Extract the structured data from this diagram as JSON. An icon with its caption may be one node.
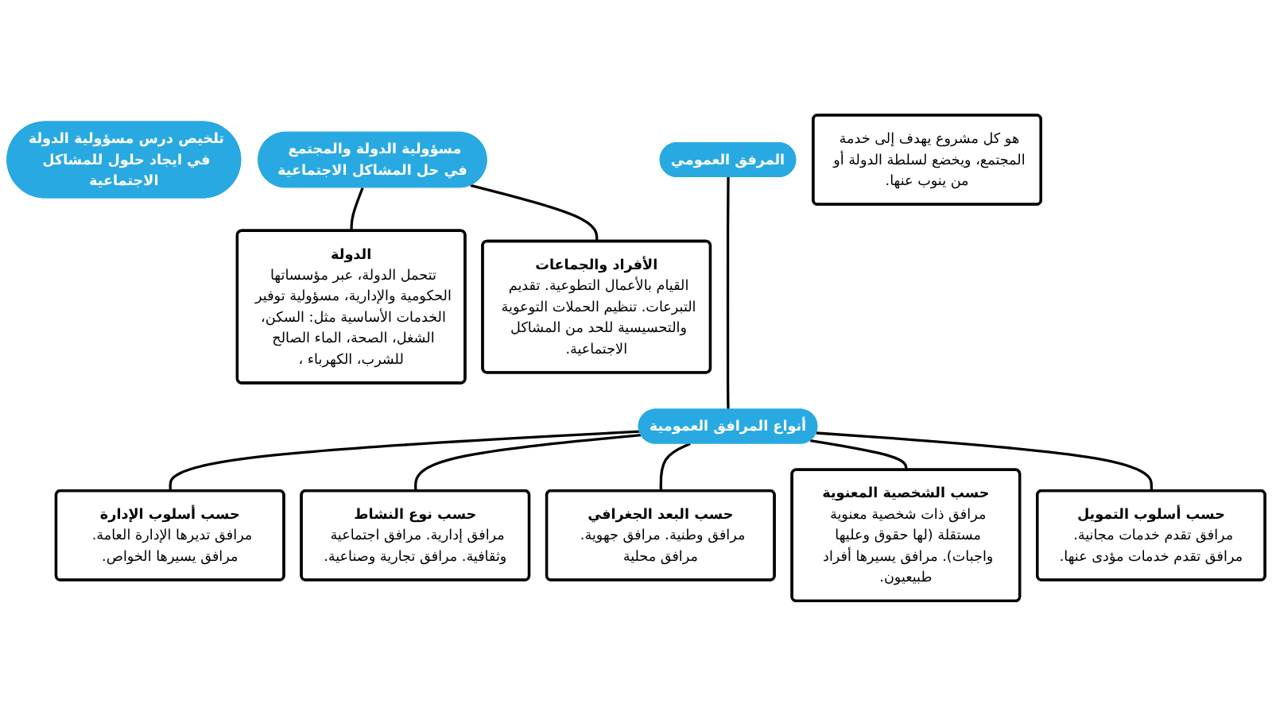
{
  "diagram": {
    "nodes": [
      {
        "text": [
          "تلخيص درس مسؤولية الدولة في ايجاد حلول للمشاكل الاجتماعية"
        ]
      },
      {
        "text": [
          "مسؤولية الدولة والمجتمع في حل المشاكل الاجتماعية"
        ]
      },
      {
        "text": [
          "الدولة",
          "تتحمل الدولة، عبر مؤسساتها الحكومية والإدارية، مسؤولية توفير الخدمات الأساسية مثل: السكن، الشغل، الصحة، الماء الصالح للشرب، الكهرباء ،"
        ]
      },
      {
        "text": [
          "الأفراد والجماعات",
          "القيام بالأعمال التطوعية. تقديم التبرعات. تنظيم الحملات التوعوية والتحسيسية للحد من المشاكل الاجتماعية."
        ]
      },
      {
        "text": [
          "المرفق العمومي"
        ]
      },
      {
        "text": [
          "هو كل مشروع يهدف إلى خدمة المجتمع، ويخضع لسلطة الدولة أو من ينوب عنها."
        ]
      },
      {
        "text": [
          "أنواع المرافق العمومية"
        ]
      },
      {
        "text": [
          "حسب أسلوب الإدارة",
          "مرافق تديرها الإدارة العامة. مرافق يسيرها الخواص."
        ]
      },
      {
        "text": [
          "حسب نوع النشاط",
          "مرافق إدارية. مرافق اجتماعية وثقافية. مرافق تجارية وصناعية."
        ]
      },
      {
        "text": [
          "حسب البعد الجغرافي",
          "مرافق وطنية. مرافق جهوية. مرافق محلية"
        ]
      },
      {
        "text": [
          "حسب الشخصية المعنوية",
          "مرافق ذات شخصية معنوية مستقلة (لها حقوق وعليها واجبات). مرافق يسيرها أفراد طبيعيون."
        ]
      },
      {
        "text": [
          "حسب أسلوب التمويل",
          "مرافق تقدم خدمات مجانية. مرافق تقدم خدمات مؤدى عنها."
        ]
      }
    ],
    "edges": [
      {
        "from": 1,
        "to": 2,
        "arrow": "none"
      },
      {
        "from": 1,
        "to": 3,
        "arrow": "none"
      },
      {
        "from": 4,
        "to": 6,
        "arrow": "none"
      },
      {
        "from": 6,
        "to": 7,
        "arrow": "none"
      },
      {
        "from": 6,
        "to": 8,
        "arrow": "none"
      },
      {
        "from": 6,
        "to": 9,
        "arrow": "none"
      },
      {
        "from": 6,
        "to": 10,
        "arrow": "none"
      },
      {
        "from": 6,
        "to": 11,
        "arrow": "none"
      }
    ]
  }
}
